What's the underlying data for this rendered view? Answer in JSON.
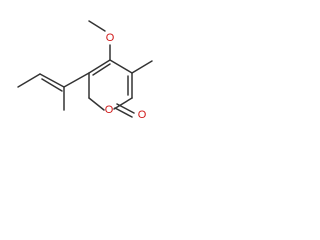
{
  "molecule": {
    "atoms": {
      "methoxy_oxygen": "O",
      "ring_oxygen": "O",
      "carbonyl_oxygen": "O"
    },
    "colors": {
      "bond": "#333333",
      "oxygen": "#d11a1a",
      "background": "#ffffff"
    }
  }
}
